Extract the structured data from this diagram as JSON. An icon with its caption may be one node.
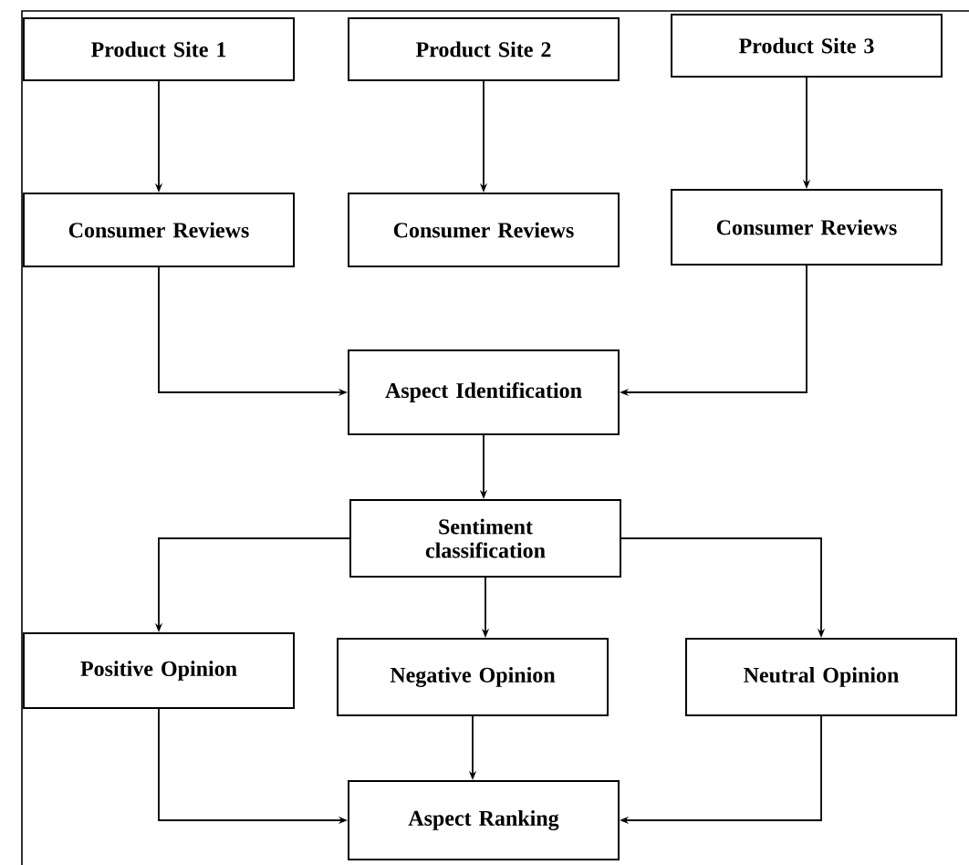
{
  "diagram": {
    "nodes": [
      {
        "text": [
          "Product Site 1"
        ]
      },
      {
        "text": [
          "Product Site 2"
        ]
      },
      {
        "text": [
          "Product Site 3"
        ]
      },
      {
        "text": [
          "Consumer Reviews"
        ]
      },
      {
        "text": [
          "Consumer Reviews"
        ]
      },
      {
        "text": [
          "Consumer Reviews"
        ]
      },
      {
        "text": [
          "Aspect Identification"
        ]
      },
      {
        "text": [
          "Sentiment classification"
        ]
      },
      {
        "text": [
          "Positive Opinion"
        ]
      },
      {
        "text": [
          "Negative Opinion"
        ]
      },
      {
        "text": [
          "Neutral Opinion"
        ]
      },
      {
        "text": [
          "Aspect Ranking"
        ]
      }
    ],
    "edges": [
      {
        "from": 0,
        "to": 3,
        "arrow": "to"
      },
      {
        "from": 1,
        "to": 4,
        "arrow": "to"
      },
      {
        "from": 2,
        "to": 5,
        "arrow": "to"
      },
      {
        "from": 3,
        "to": 6,
        "arrow": "to"
      },
      {
        "from": 5,
        "to": 6,
        "arrow": "to"
      },
      {
        "from": 6,
        "to": 7,
        "arrow": "to"
      },
      {
        "from": 7,
        "to": 8,
        "arrow": "to"
      },
      {
        "from": 7,
        "to": 9,
        "arrow": "to"
      },
      {
        "from": 7,
        "to": 10,
        "arrow": "to"
      },
      {
        "from": 8,
        "to": 11,
        "arrow": "to"
      },
      {
        "from": 9,
        "to": 11,
        "arrow": "to"
      },
      {
        "from": 10,
        "to": 11,
        "arrow": "to"
      }
    ]
  }
}
